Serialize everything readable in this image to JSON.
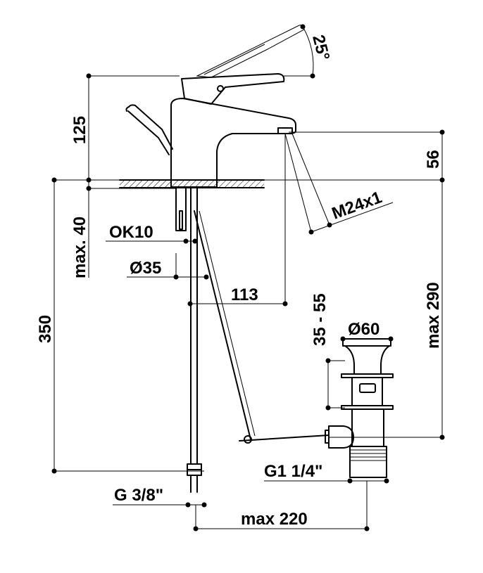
{
  "dimensions": {
    "lever_angle": "25°",
    "lever_height": "125",
    "spout_height": "56",
    "spout_thread": "M24x1",
    "max_deck_thickness": "max. 40",
    "tap_hole": "OK10",
    "body_base_diameter": "Ø35",
    "spout_reach": "113",
    "total_height": "350",
    "waste_adjust_range": "35 - 55",
    "waste_diameter": "Ø60",
    "max_waste_depth": "max 290",
    "waste_thread": "G1 1/4\"",
    "supply_thread": "G 3/8\"",
    "max_waste_offset": "max 220"
  },
  "colors": {
    "line": "#000000",
    "background": "#ffffff"
  }
}
